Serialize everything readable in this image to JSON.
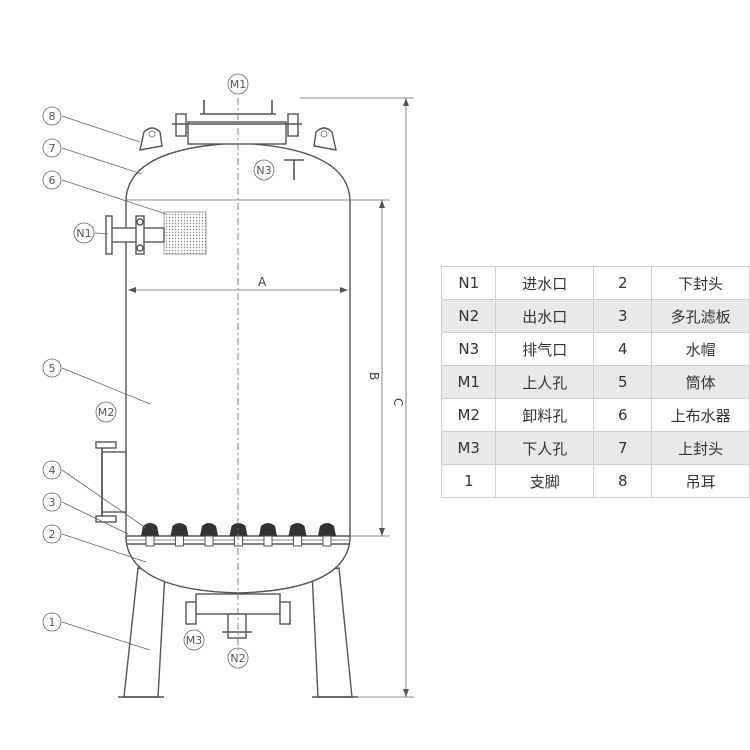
{
  "markers": {
    "m1": "M1",
    "m2": "M2",
    "m3": "M3",
    "n1": "N1",
    "n2": "N2",
    "n3": "N3",
    "p1": "1",
    "p2": "2",
    "p3": "3",
    "p4": "4",
    "p5": "5",
    "p6": "6",
    "p7": "7",
    "p8": "8"
  },
  "dimensions": {
    "a": "A",
    "b": "B",
    "c": "C"
  },
  "legend": [
    {
      "code": "N1",
      "name": "进水口",
      "num": "2",
      "part": "下封头"
    },
    {
      "code": "N2",
      "name": "出水口",
      "num": "3",
      "part": "多孔滤板"
    },
    {
      "code": "N3",
      "name": "排气口",
      "num": "4",
      "part": "水帽"
    },
    {
      "code": "M1",
      "name": "上人孔",
      "num": "5",
      "part": "筒体"
    },
    {
      "code": "M2",
      "name": "卸料孔",
      "num": "6",
      "part": "上布水器"
    },
    {
      "code": "M3",
      "name": "下人孔",
      "num": "7",
      "part": "上封头"
    },
    {
      "code": "1",
      "name": "支脚",
      "num": "8",
      "part": "吊耳"
    }
  ]
}
